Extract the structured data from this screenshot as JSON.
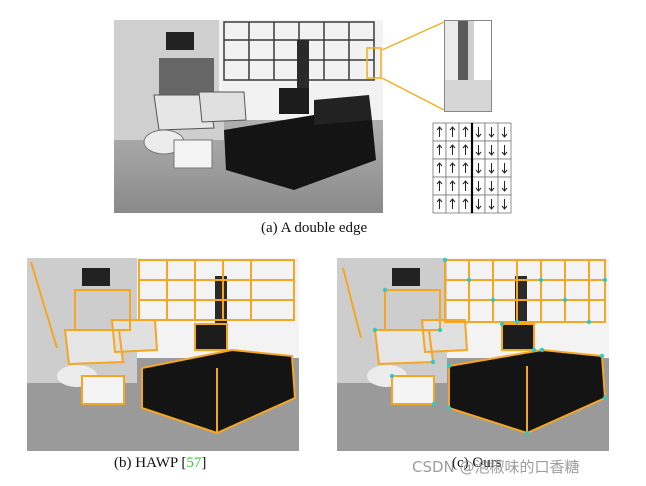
{
  "captions": {
    "a": "(a) A double edge",
    "b_text": "(b) HAWP [",
    "b_cite": "57",
    "b_close": "]",
    "c": "(c) Ours"
  },
  "watermark": "CSDN @泡椒味的口香糖",
  "colors": {
    "line_orange": "#f5a623",
    "junction_cyan": "#35c7c1",
    "cite_green": "#2ecc40",
    "zoom_connector": "#f0b020"
  },
  "arrow_grid": {
    "rows": 5,
    "cols": 6,
    "left_dir": "up",
    "right_dir": "down"
  }
}
